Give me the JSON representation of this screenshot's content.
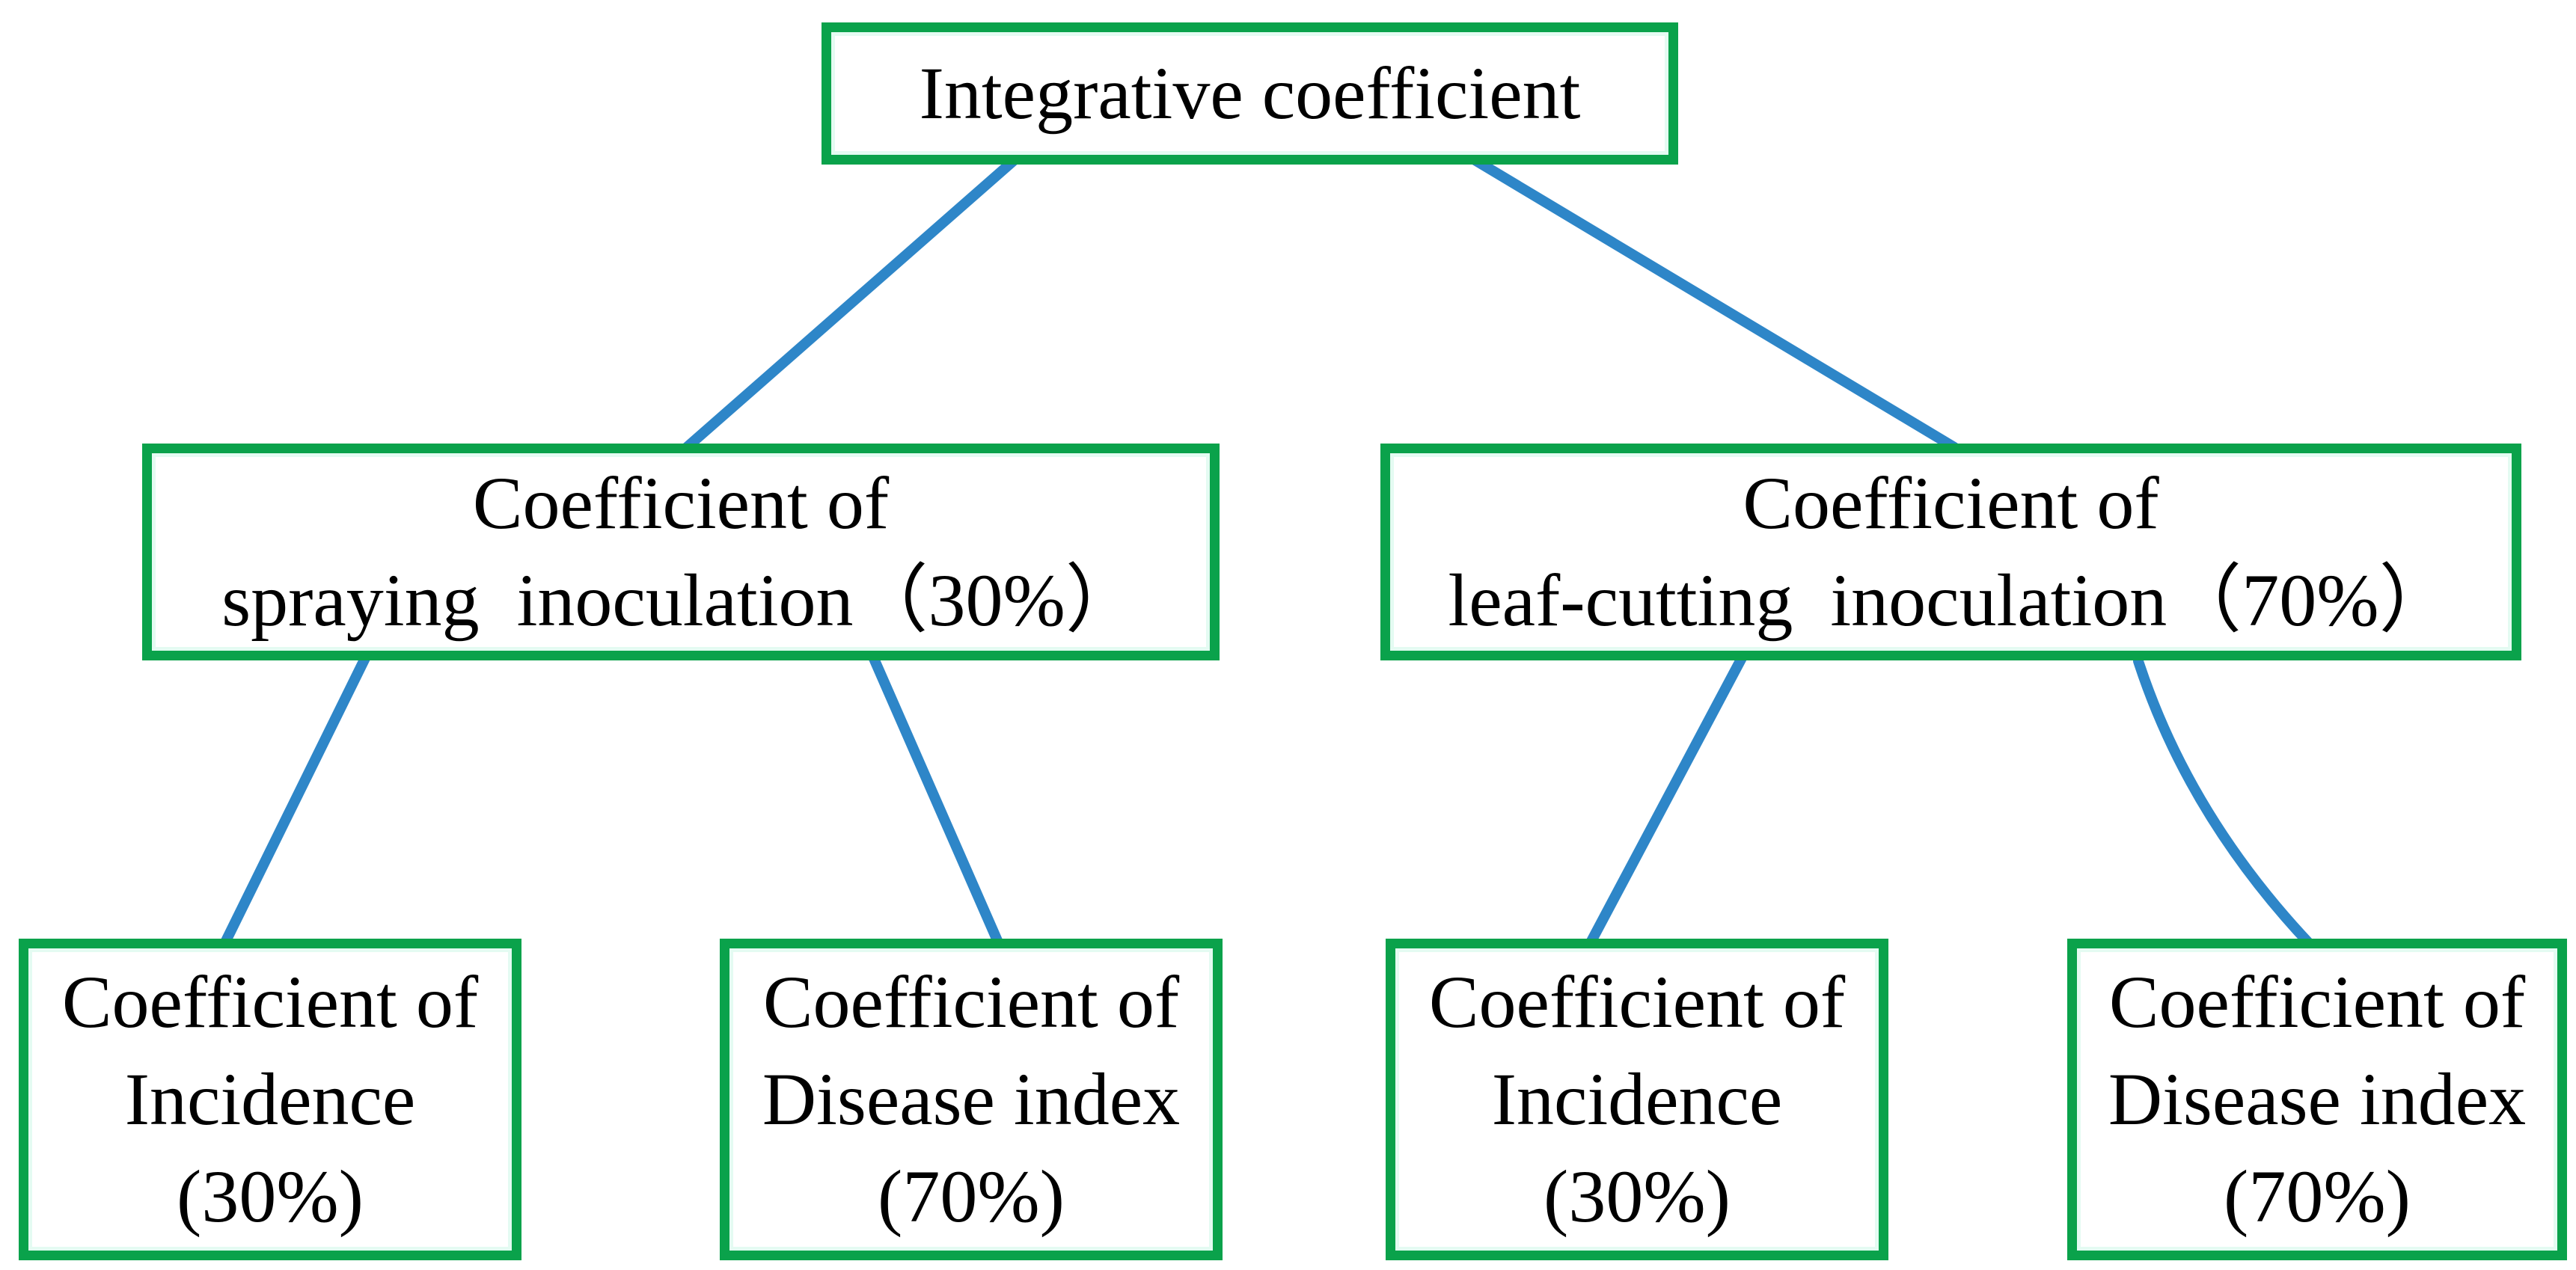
{
  "diagram": {
    "type": "tree",
    "background": "#ffffff",
    "colors": {
      "box_border": "#0aa24b",
      "connector": "#2e86c8",
      "text": "#000000"
    },
    "nodes": {
      "root": {
        "lines": [
          "Integrative coefficient"
        ]
      },
      "spraying": {
        "lines": [
          "Coefficient of",
          "spraying  inoculation（30%）"
        ]
      },
      "leaf_cutting": {
        "lines": [
          "Coefficient of",
          "leaf-cutting  inoculation（70%）"
        ]
      },
      "spraying_incidence": {
        "lines": [
          "Coefficient of",
          "Incidence",
          "(30%)"
        ]
      },
      "spraying_disease_index": {
        "lines": [
          "Coefficient of",
          "Disease index",
          "(70%)"
        ]
      },
      "leaf_incidence": {
        "lines": [
          "Coefficient of",
          "Incidence",
          "(30%)"
        ]
      },
      "leaf_disease_index": {
        "lines": [
          "Coefficient of",
          "Disease index",
          "(70%)"
        ]
      }
    },
    "edges": [
      {
        "from": "root",
        "to": "spraying"
      },
      {
        "from": "root",
        "to": "leaf_cutting"
      },
      {
        "from": "spraying",
        "to": "spraying_incidence"
      },
      {
        "from": "spraying",
        "to": "spraying_disease_index"
      },
      {
        "from": "leaf_cutting",
        "to": "leaf_incidence"
      },
      {
        "from": "leaf_cutting",
        "to": "leaf_disease_index"
      }
    ]
  }
}
